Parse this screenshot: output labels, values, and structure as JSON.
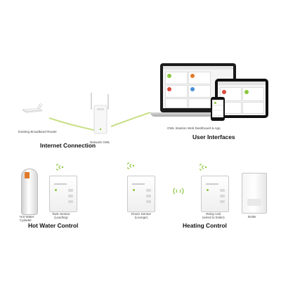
{
  "sections": {
    "internet": {
      "title": "Internet Connection"
    },
    "interfaces": {
      "title": "User Interfaces"
    },
    "hot_water": {
      "title": "Hot Water Control"
    },
    "heating": {
      "title": "Heating Control"
    }
  },
  "devices": {
    "router": {
      "label": "Existing Broadband Router"
    },
    "network_owl": {
      "label": "Network OWL"
    },
    "dashboard": {
      "label": "OWL Intuition Web Dashboard & App"
    },
    "cylinder": {
      "label_line1": "Hot Water",
      "label_line2": "Cylinder"
    },
    "tank_sensor": {
      "label_line1": "Tank Sensor",
      "label_line2": "(Landing)"
    },
    "room_sensor": {
      "label_line1": "Room Sensor",
      "label_line2": "(Lounge)"
    },
    "relay_unit": {
      "label_line1": "Relay Unit",
      "label_line2": "(wired to boiler)"
    },
    "boiler": {
      "label": "Boiler"
    }
  },
  "colors": {
    "link": "#c8e08a",
    "signal": "#8cc63f",
    "accent": "#e07a2a"
  },
  "icons": [
    "wifi-signal-icon",
    "router-icon",
    "network-owl-icon",
    "laptop-icon",
    "tablet-icon",
    "phone-icon",
    "cylinder-icon",
    "sensor-icon",
    "boiler-icon"
  ]
}
